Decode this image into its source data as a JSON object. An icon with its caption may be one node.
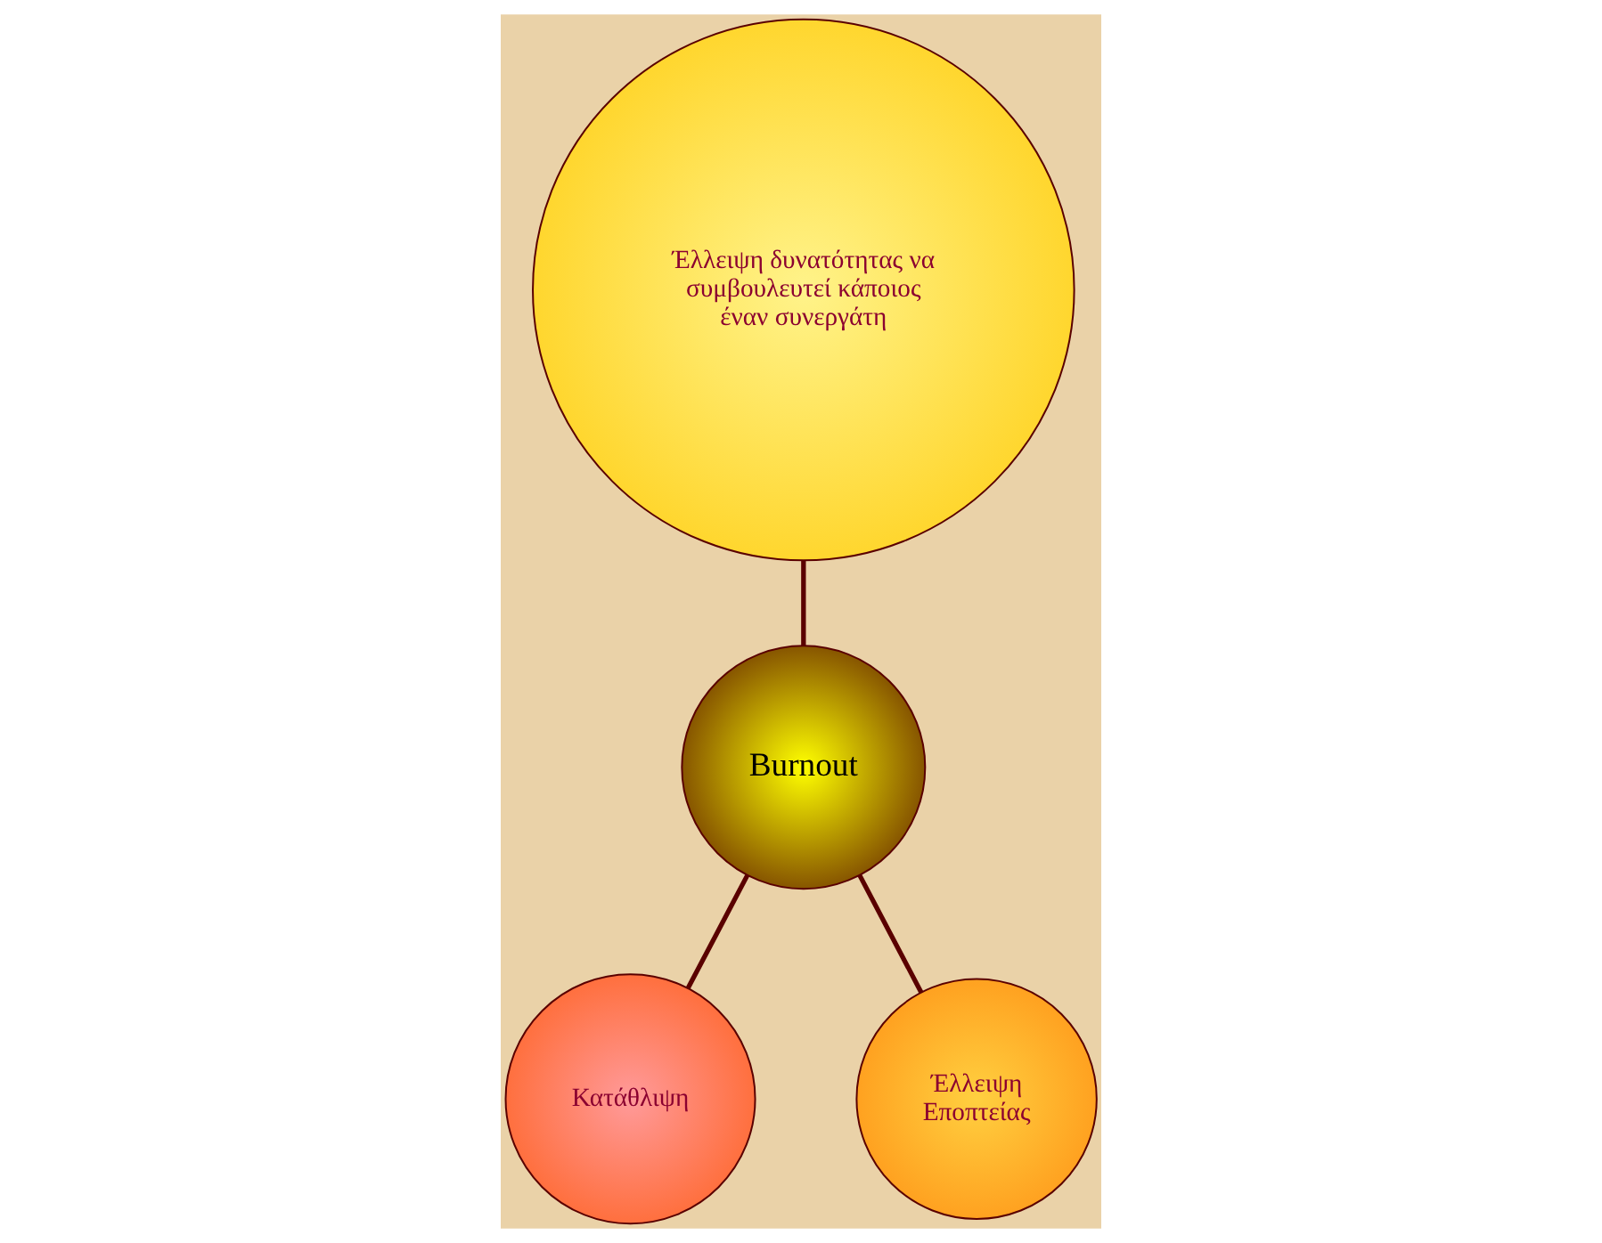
{
  "diagram": {
    "nodes": [
      {
        "text": [
          "Έλλειψη δυνατότητας να συμβουλευτεί κάποιος έναν συνεργάτη"
        ]
      },
      {
        "text": [
          "Burnout"
        ]
      },
      {
        "text": [
          "Κατάθλιψη"
        ]
      },
      {
        "text": [
          "Έλλειψη Εποπτείας"
        ]
      }
    ],
    "edges": [
      {
        "from": 0,
        "to": 1,
        "arrow": "none"
      },
      {
        "from": 1,
        "to": 2,
        "arrow": "none"
      },
      {
        "from": 1,
        "to": 3,
        "arrow": "none"
      }
    ]
  }
}
